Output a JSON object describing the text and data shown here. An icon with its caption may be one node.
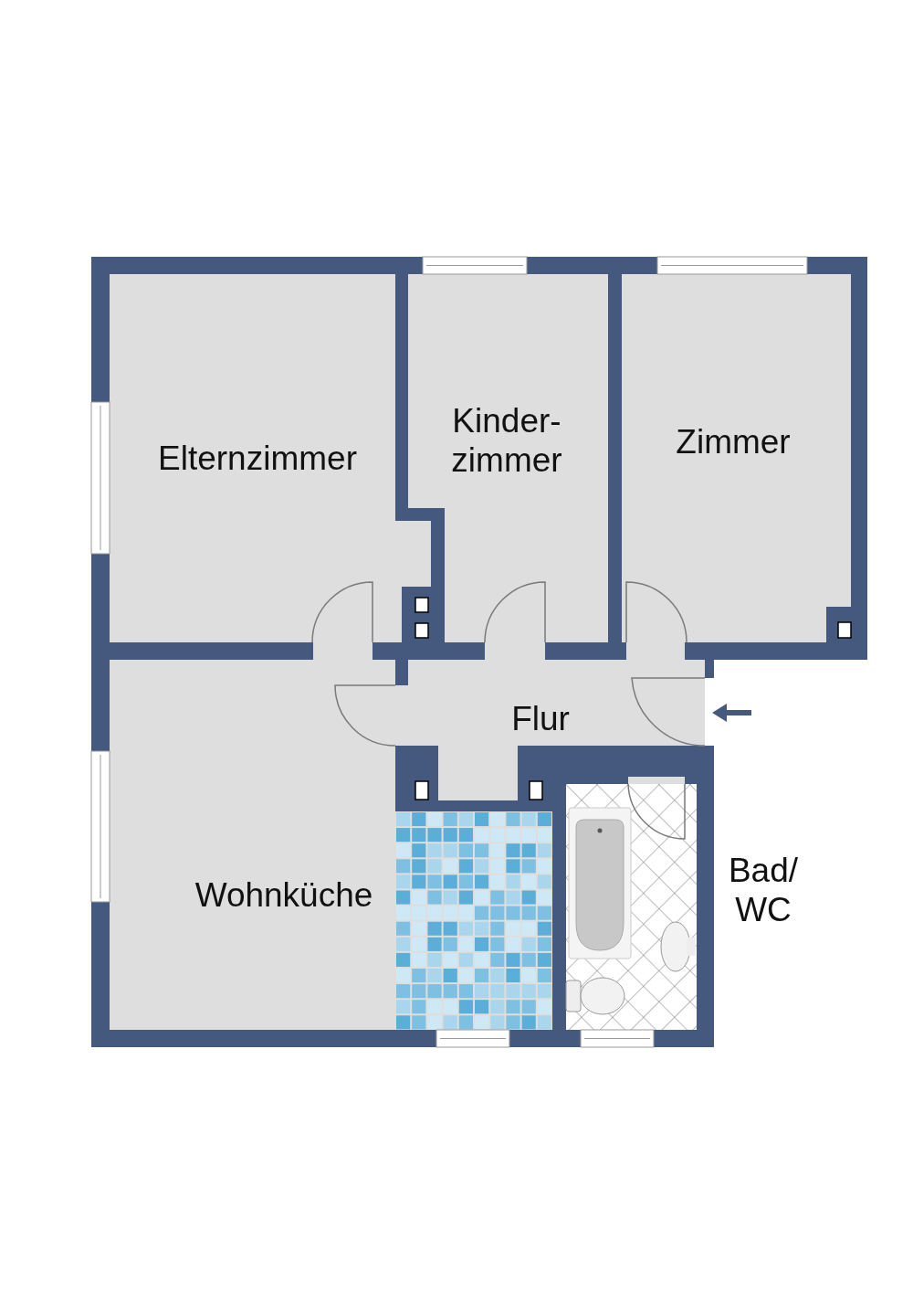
{
  "diagram": {
    "nodes": [
      {
        "text": [
          "Elternzimmer"
        ]
      },
      {
        "text": [
          "Kinder- zimmer"
        ]
      },
      {
        "text": [
          "Zimmer"
        ]
      },
      {
        "text": [
          "Flur"
        ]
      },
      {
        "text": [
          "Wohnküche"
        ]
      },
      {
        "text": [
          "Bad/ WC"
        ]
      }
    ]
  }
}
